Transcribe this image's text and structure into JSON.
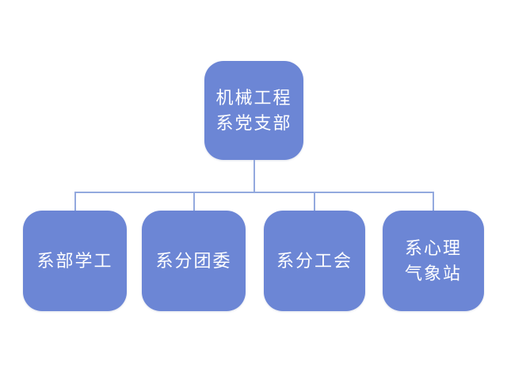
{
  "diagram": {
    "type": "org-chart",
    "root": {
      "id": "department-party-branch",
      "label": "机械工程\n系党支部"
    },
    "children": [
      {
        "id": "department-student-affairs",
        "label": "系部学工"
      },
      {
        "id": "department-youth-league",
        "label": "系分团委"
      },
      {
        "id": "department-labor-union",
        "label": "系分工会"
      },
      {
        "id": "psych-weather-station",
        "label": "系心理\n气象站"
      }
    ],
    "colors": {
      "box_fill": "#6C86D5",
      "box_text": "#FFFFFF",
      "connector": "#93A9DE",
      "background": "#FFFFFF"
    }
  }
}
